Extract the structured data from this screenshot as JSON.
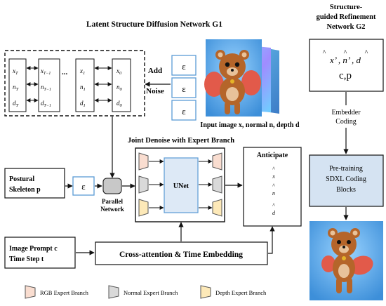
{
  "titles": {
    "g1": "Latent Structure Diffusion Network G1",
    "g2_line1": "Structure-",
    "g2_line2": "guided Refinement",
    "g2_line3": "Network G2"
  },
  "latent_columns": [
    {
      "rows": [
        "x_T",
        "n_T",
        "d_T"
      ]
    },
    {
      "rows": [
        "x_{T-1}",
        "n_{T-1}",
        "d_{T-1}"
      ]
    },
    {
      "rows": [
        "x_1",
        "n_1",
        "d_1"
      ]
    },
    {
      "rows": [
        "x_0",
        "n_0",
        "d_0"
      ]
    }
  ],
  "latent_dots": "...",
  "add_noise": {
    "line1": "Add",
    "line2": "Noise"
  },
  "epsilon": "ε",
  "input_caption": "Input image x, normal n, depth d",
  "joint_denoise_title": "Joint Denoise with Expert Branch",
  "unet_label": "UNet",
  "postural": {
    "line1": "Postural",
    "line2": "Skeleton p"
  },
  "parallel": {
    "line1": "Parallel",
    "line2": "Network"
  },
  "anticipate": {
    "title": "Anticipate",
    "items": [
      "x",
      "n",
      "d"
    ],
    "hat": "^"
  },
  "image_prompt": {
    "line1": "Image Prompt c",
    "line2": "Time Step t"
  },
  "cross_attention": "Cross-attention & Time Embedding",
  "legend": [
    {
      "label": "RGB Expert Branch",
      "color": "#f9ddd0"
    },
    {
      "label": "Normal Expert Branch",
      "color": "#d9d9d9"
    },
    {
      "label": "Depth Expert Branch",
      "color": "#fde9b8"
    }
  ],
  "g2": {
    "outputs_line1": "x’ , n’ , d",
    "outputs_line2": "c,p",
    "embedder_line1": "Embedder",
    "embedder_line2": "Coding",
    "pretrain_line1": "Pre-training",
    "pretrain_line2": "SDXL Coding",
    "pretrain_line3": "Blocks"
  },
  "colors": {
    "epsilon_border": "#5b9bd5",
    "unet_fill": "#dde9f6",
    "pretrain_fill": "#d5e3f2",
    "parallel_fill": "#c8c8c8",
    "bear_fur": "#b5652a",
    "wing": "#e25a4a"
  },
  "icons": [
    "bear-image-icon",
    "bear-output-icon"
  ]
}
